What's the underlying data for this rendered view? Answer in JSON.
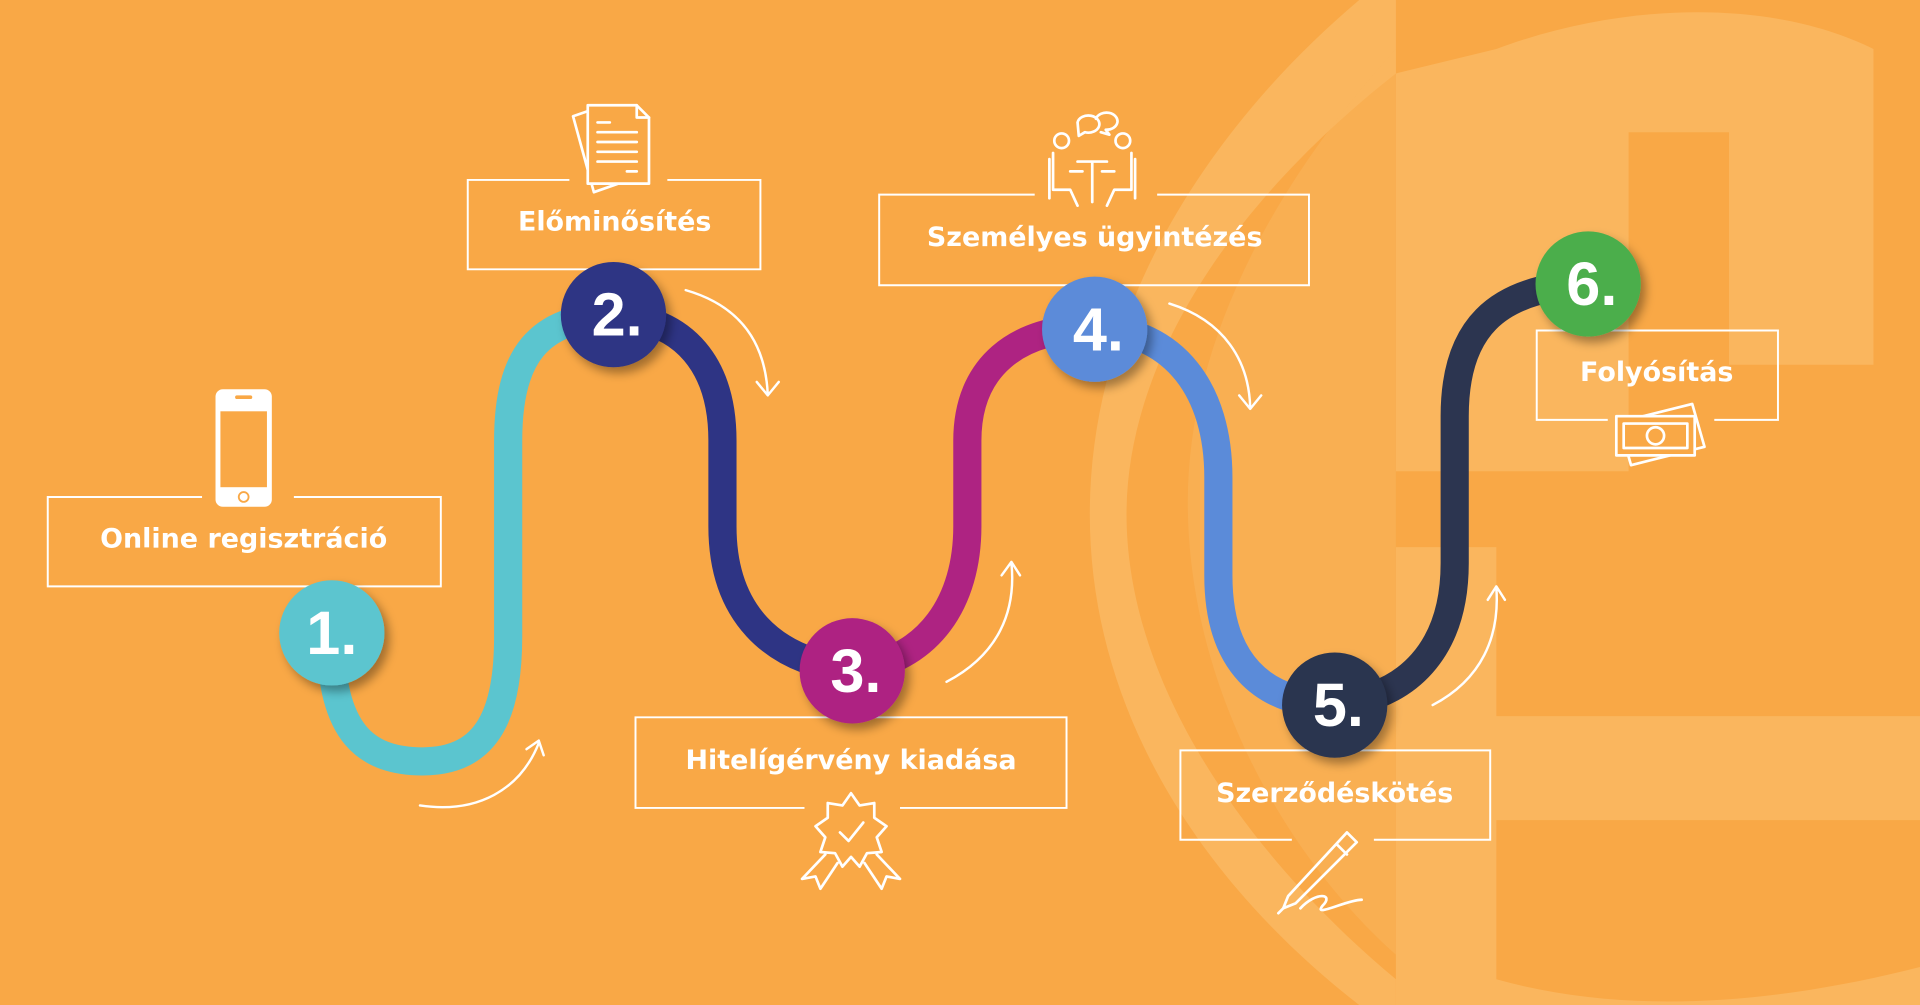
{
  "steps": [
    {
      "number": "1.",
      "label": "Online regisztráció",
      "icon": "smartphone-icon",
      "color": "#5bc5cf"
    },
    {
      "number": "2.",
      "label": "Előminősítés",
      "icon": "documents-icon",
      "color": "#2e3484"
    },
    {
      "number": "3.",
      "label": "Hitelígérvény kiadása",
      "icon": "certificate-badge-icon",
      "color": "#ae2382"
    },
    {
      "number": "4.",
      "label": "Személyes ügyintézés",
      "icon": "meeting-people-icon",
      "color": "#5b8bd9"
    },
    {
      "number": "5.",
      "label": "Szerződéskötés",
      "icon": "fountain-pen-icon",
      "color": "#2c3550"
    },
    {
      "number": "6.",
      "label": "Folyósítás",
      "icon": "money-bills-icon",
      "color": "#4cae4c"
    }
  ],
  "colors": {
    "background": "#f9a846",
    "watermark": "#fab65e"
  }
}
